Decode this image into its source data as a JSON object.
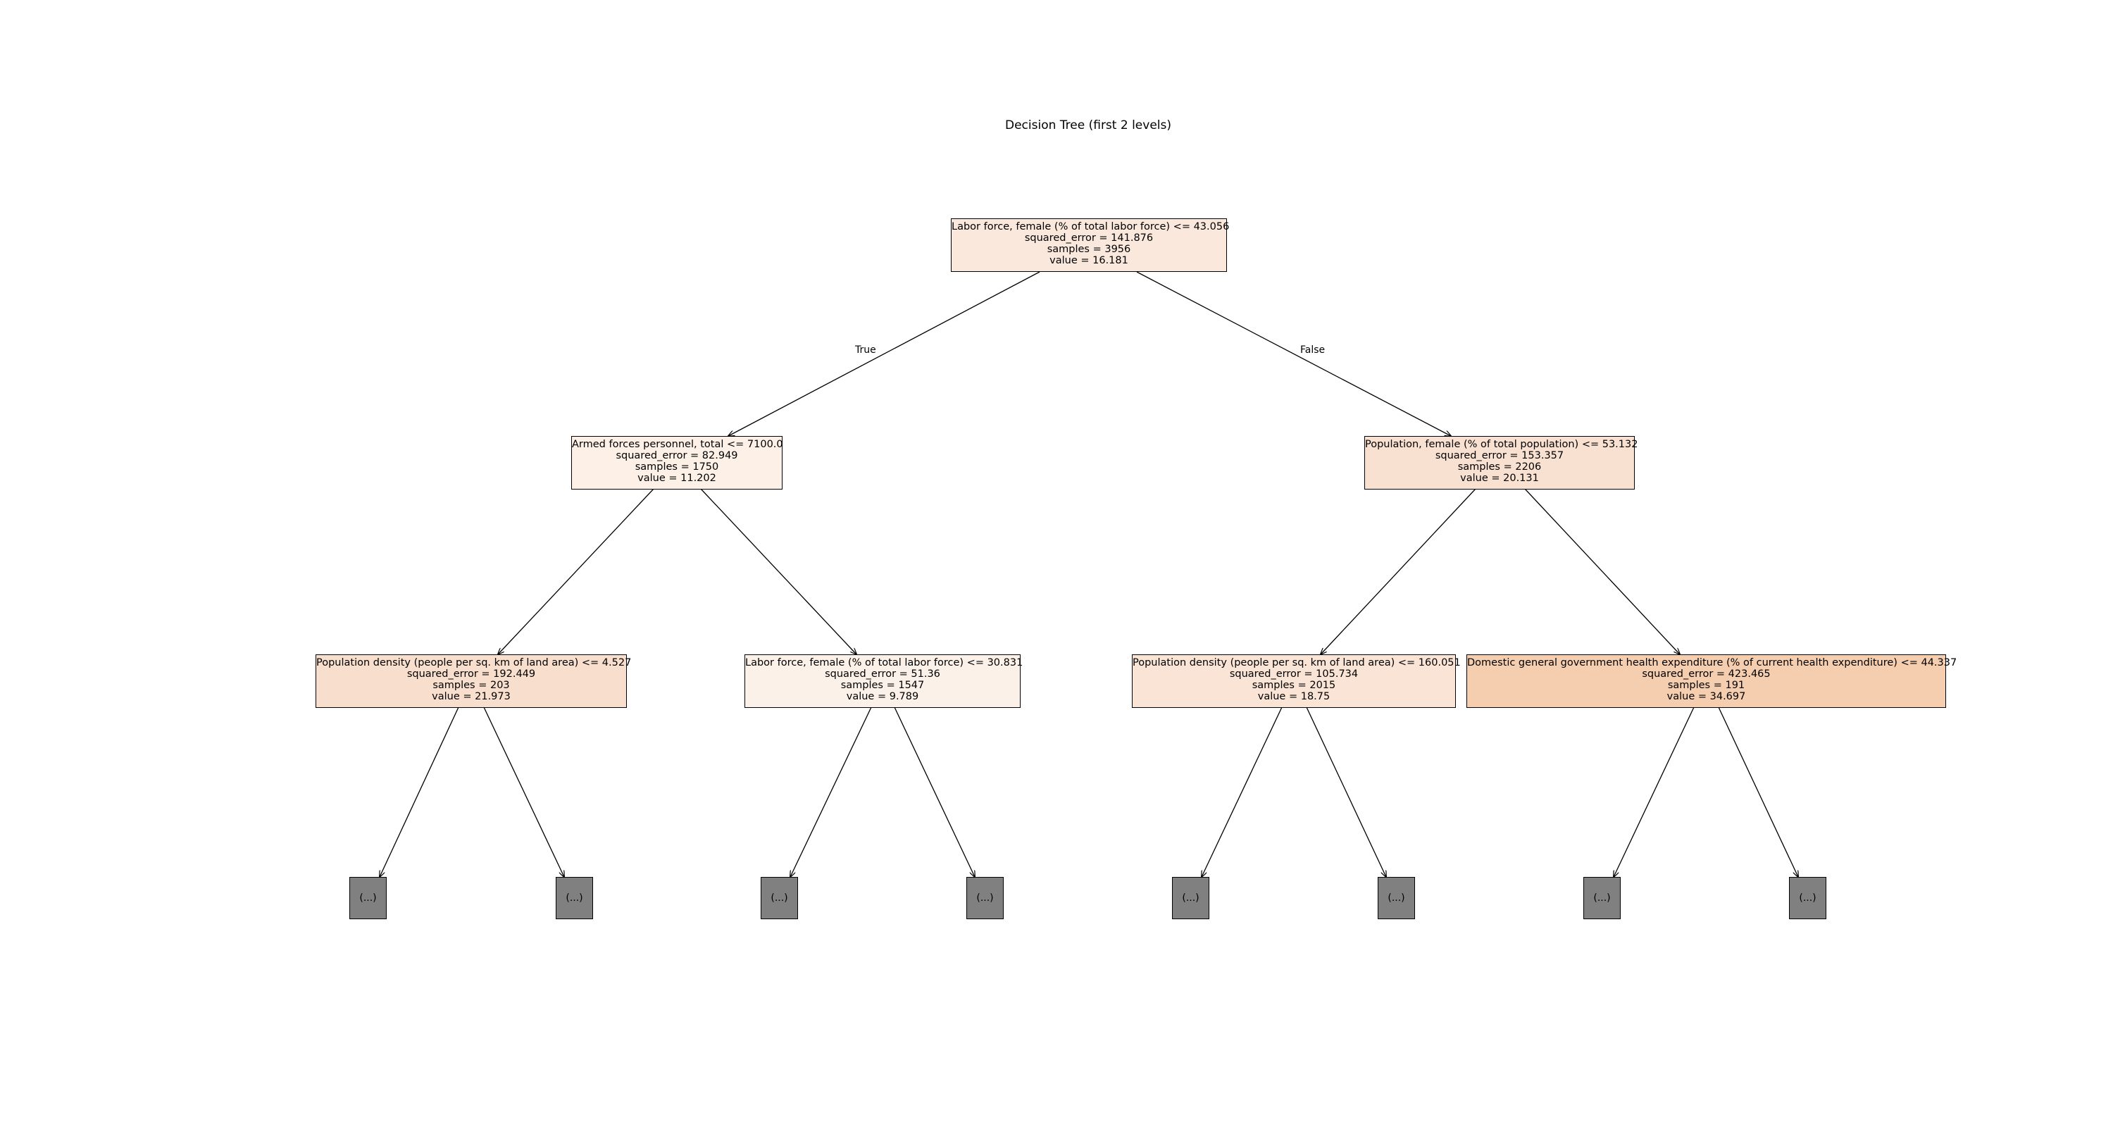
{
  "title": "Decision Tree (first 2 levels)",
  "edge_labels": {
    "left": "True",
    "right": "False"
  },
  "nodes": {
    "root": {
      "condition": "Labor force, female (% of total labor force) <= 43.056",
      "squared_error": "squared_error = 141.876",
      "samples": "samples = 3956",
      "value": "value = 16.181",
      "fill": "#fae8dc"
    },
    "l": {
      "condition": "Armed forces personnel, total <= 7100.0",
      "squared_error": "squared_error = 82.949",
      "samples": "samples = 1750",
      "value": "value = 11.202",
      "fill": "#fcf0e7"
    },
    "r": {
      "condition": "Population, female (% of total population) <= 53.132",
      "squared_error": "squared_error = 153.357",
      "samples": "samples = 2206",
      "value": "value = 20.131",
      "fill": "#f9e1d1"
    },
    "ll": {
      "condition": "Population density (people per sq. km of land area) <= 4.527",
      "squared_error": "squared_error = 192.449",
      "samples": "samples = 203",
      "value": "value = 21.973",
      "fill": "#f8dfcd"
    },
    "lr": {
      "condition": "Labor force, female (% of total labor force) <= 30.831",
      "squared_error": "squared_error = 51.36",
      "samples": "samples = 1547",
      "value": "value = 9.789",
      "fill": "#fcf1e9"
    },
    "rl": {
      "condition": "Population density (people per sq. km of land area) <= 160.051",
      "squared_error": "squared_error = 105.734",
      "samples": "samples = 2015",
      "value": "value = 18.75",
      "fill": "#f9e4d6"
    },
    "rr": {
      "condition": "Domestic general government health expenditure (% of current health expenditure) <= 44.337",
      "squared_error": "squared_error = 423.465",
      "samples": "samples = 191",
      "value": "value = 34.697",
      "fill": "#f5ceb0"
    }
  },
  "leaves": {
    "label": "(...)",
    "fill": "#808080"
  }
}
